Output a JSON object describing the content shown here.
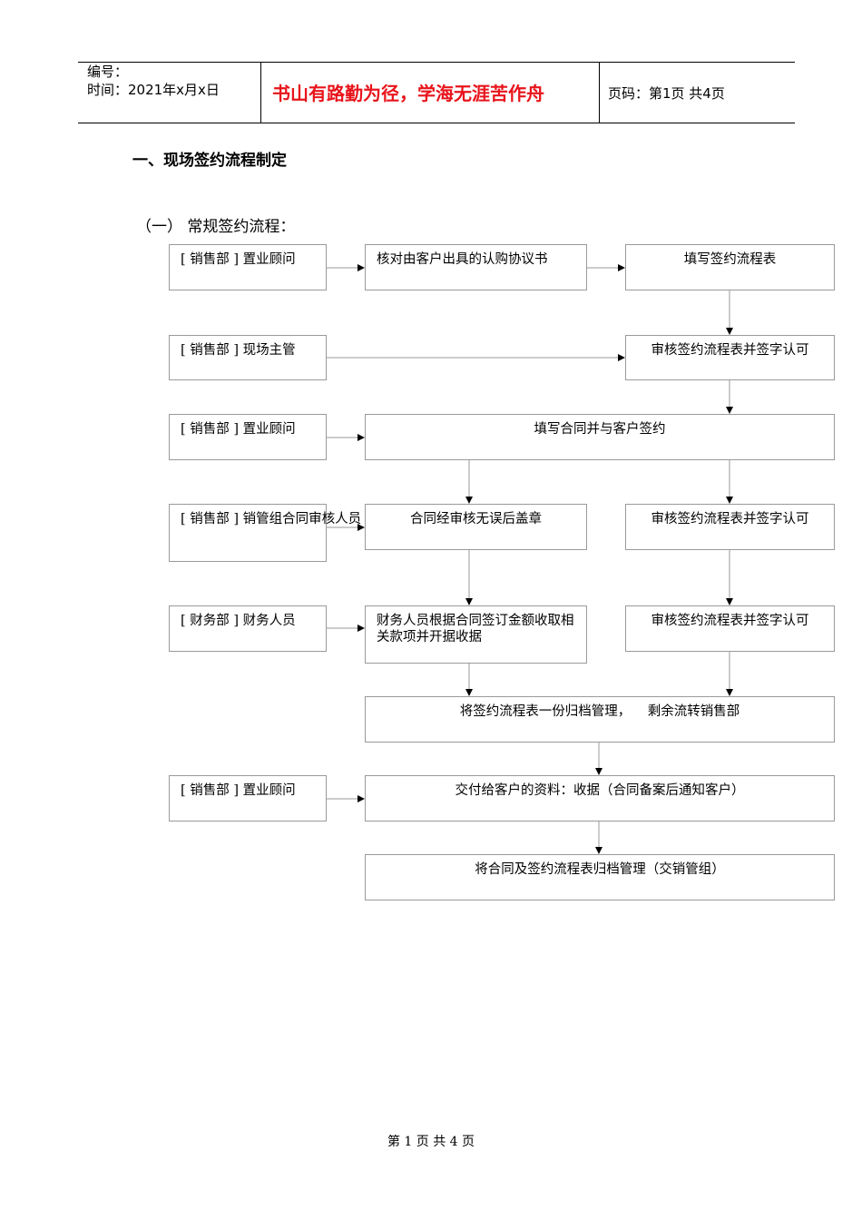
{
  "header": {
    "serial_label": "编号：",
    "time_label": "时间：2021年x月x日",
    "motto": "书山有路勤为径，学海无涯苦作舟",
    "page_label": "页码：第1页  共4页"
  },
  "section_title": "一、现场签约流程制定",
  "subsection_title": "（一）  常规签约流程：",
  "roles": {
    "r1": "[ 销售部 ]  置业顾问",
    "r2": "[ 销售部 ]  现场主管",
    "r3": "[ 销售部 ]  置业顾问",
    "r4": "[ 销售部 ]  销管组合同审核人员",
    "r5": "[ 财务部 ]  财务人员",
    "r6": "[ 销售部 ]  置业顾问"
  },
  "steps": {
    "s1": "核对由客户出具的认购协议书",
    "s2": "填写签约流程表",
    "s3": "审核签约流程表并签字认可",
    "s4": "填写合同并与客户签约",
    "s5": "合同经审核无误后盖章",
    "s6": "审核签约流程表并签字认可",
    "s7": "财务人员根据合同签订金额收取相关款项并开据收据",
    "s8": "审核签约流程表并签字认可",
    "s9": "将签约流程表一份归档管理，    剩余流转销售部",
    "s10": "交付给客户的资料：收据（合同备案后通知客户）",
    "s11": "将合同及签约流程表归档管理（交销管组）"
  },
  "footer": "第 1 页 共 4 页"
}
